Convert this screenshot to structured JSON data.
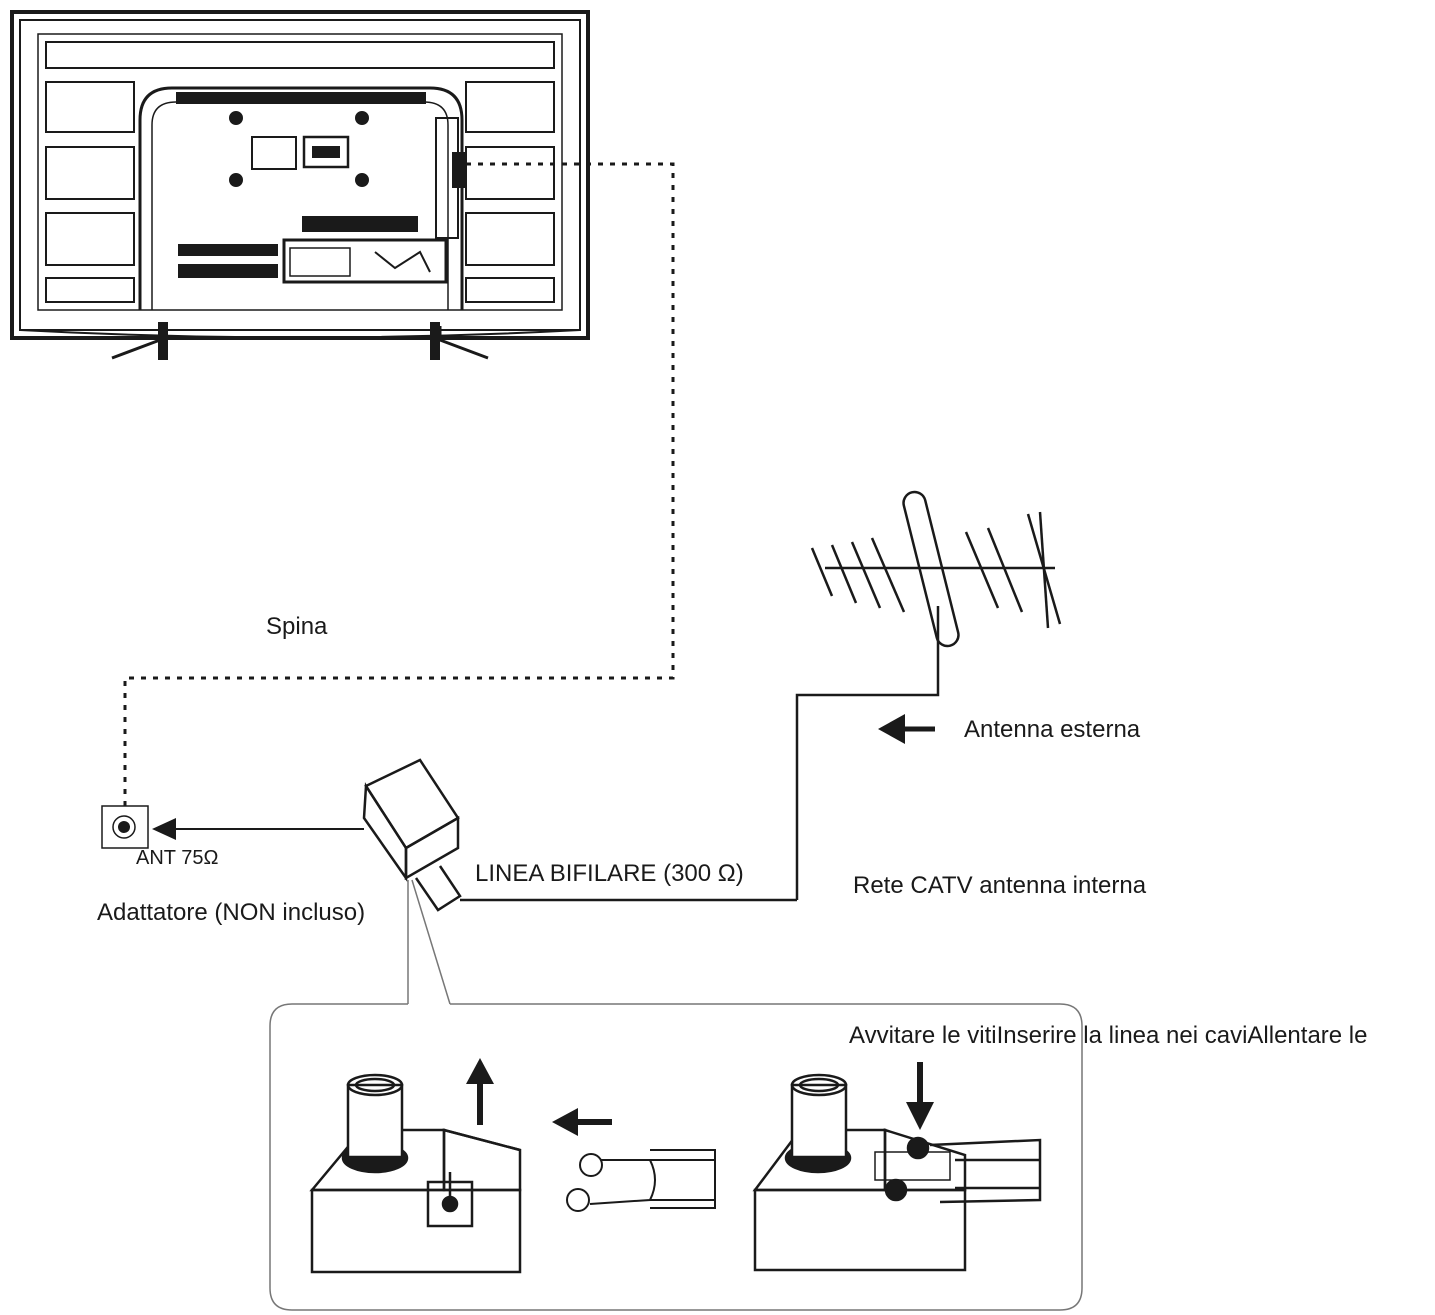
{
  "labels": {
    "plug": "Spina",
    "outdoor_antenna": "Antenna esterna",
    "ant_port": "ANT 75Ω",
    "twin_lead": "LINEA BIFILARE (300 Ω)",
    "catv": "Rete CATV antenna interna",
    "adapter": "Adattatore (NON incluso)",
    "steps": "Avvitare le vitiInserire la linea nei caviAllentare le"
  },
  "colors": {
    "line": "#1a1a1a",
    "background": "#ffffff",
    "panel_border": "#777777"
  }
}
